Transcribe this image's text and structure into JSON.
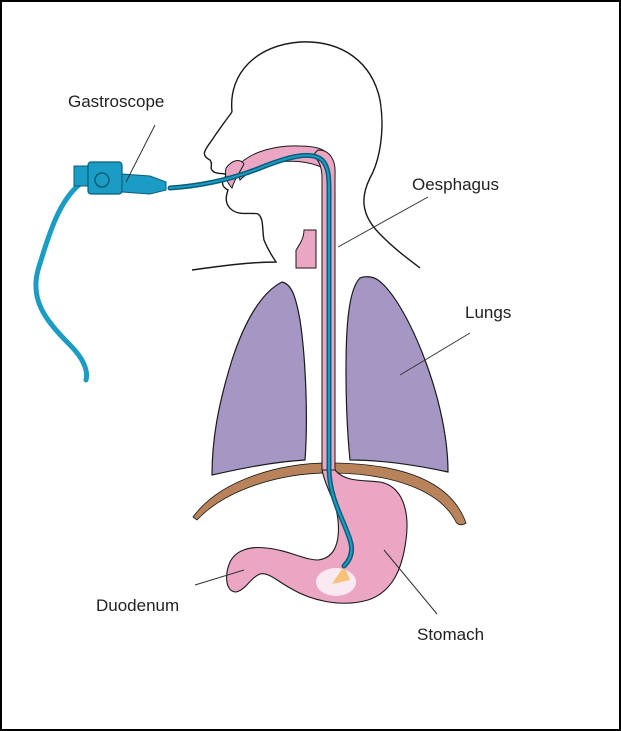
{
  "labels": {
    "gastroscope": "Gastroscope",
    "oesphagus": "Oesphagus",
    "lungs": "Lungs",
    "duodenum": "Duodenum",
    "stomach": "Stomach"
  },
  "colors": {
    "outline": "#1a1a1a",
    "esophagus_pink": "#eaa6c3",
    "lung_purple": "#a696c4",
    "diaphragm_brown": "#b8835a",
    "scope_blue": "#1a9cc4",
    "scope_dark": "#0b5e78",
    "leader": "#333333"
  },
  "icons": [
    "gastroscope-camera-icon"
  ]
}
